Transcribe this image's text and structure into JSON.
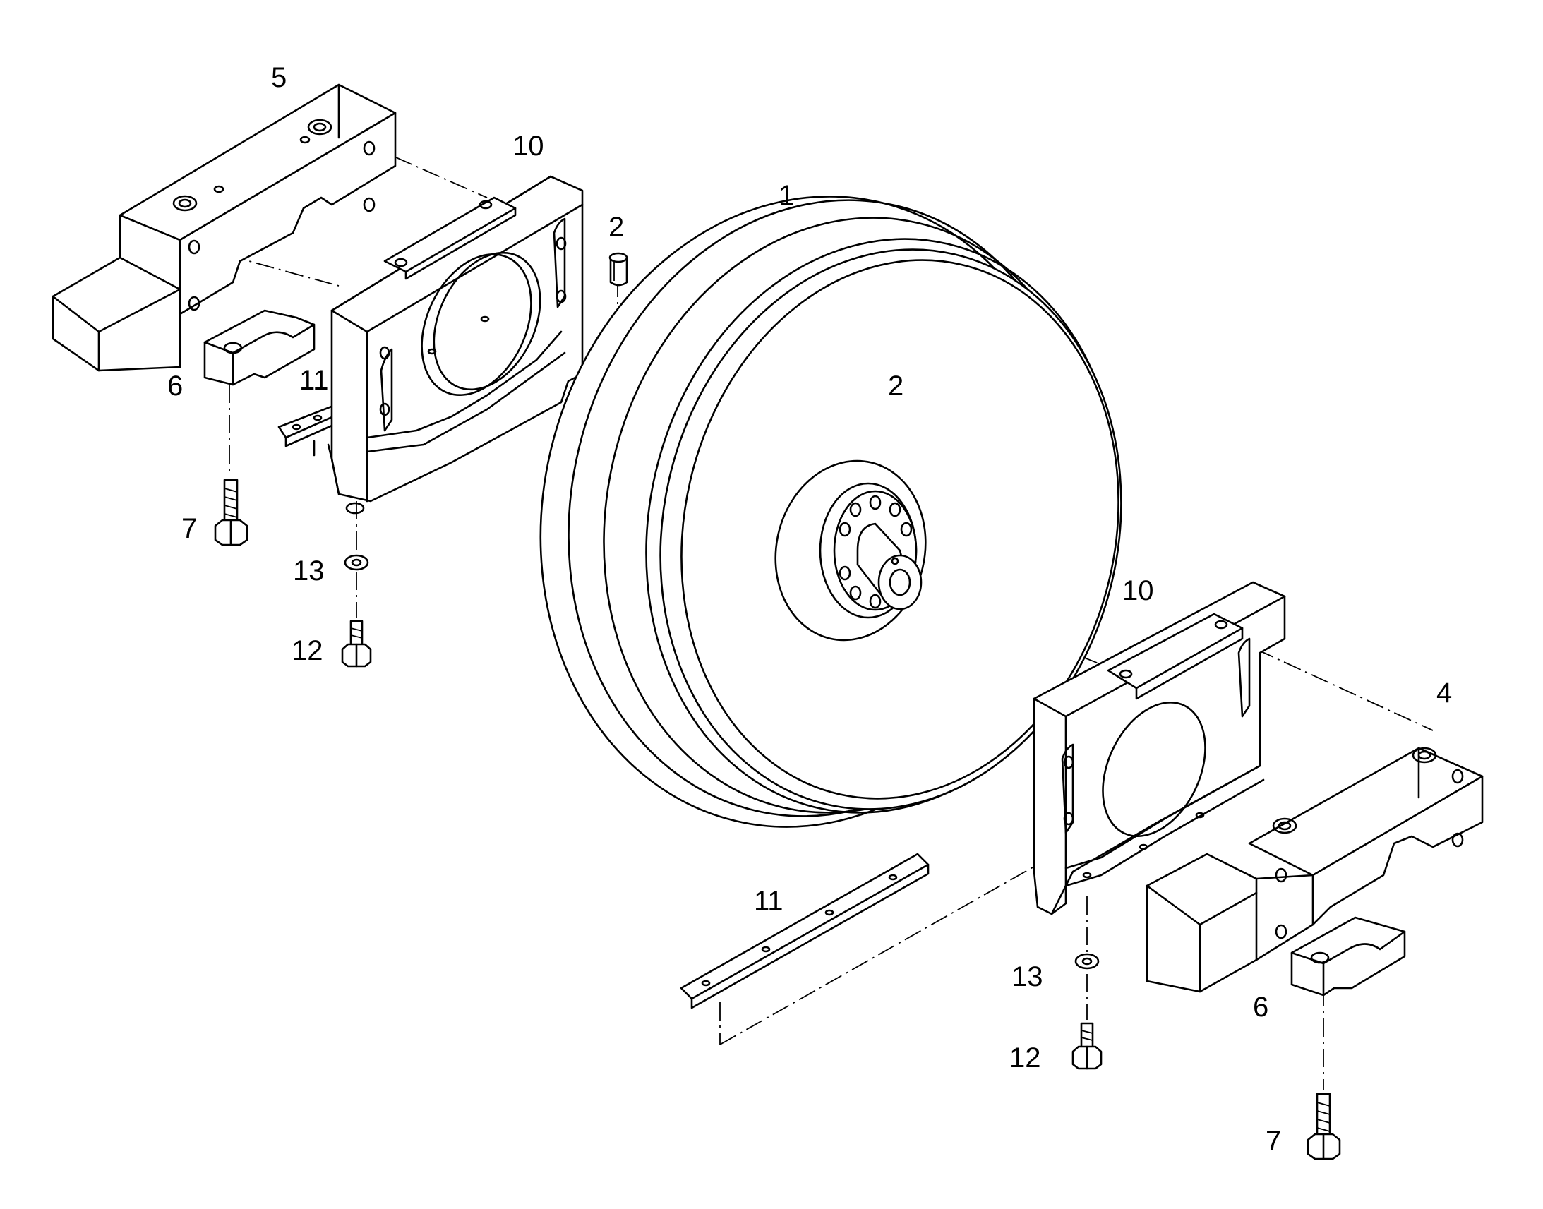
{
  "callouts": {
    "c1": "1",
    "c2a": "2",
    "c2b": "2",
    "c4": "4",
    "c5": "5",
    "c6a": "6",
    "c6b": "6",
    "c7a": "7",
    "c7b": "7",
    "c10a": "10",
    "c10b": "10",
    "c11a": "11",
    "c11b": "11",
    "c12a": "12",
    "c12b": "12",
    "c13a": "13",
    "c13b": "13"
  }
}
